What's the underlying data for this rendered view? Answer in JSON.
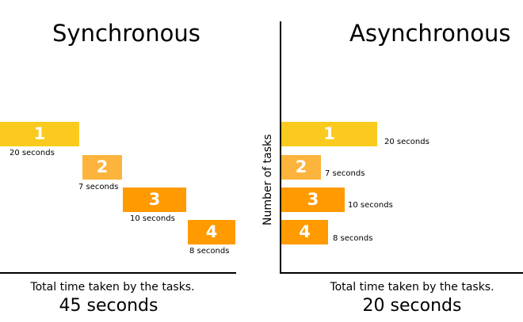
{
  "panels": {
    "sync": {
      "title": "Synchronous",
      "footer_text": "Total time taken by the tasks.",
      "footer_total": "45 seconds",
      "tasks": [
        {
          "label": "1",
          "duration": "20 seconds"
        },
        {
          "label": "2",
          "duration": "7 seconds"
        },
        {
          "label": "3",
          "duration": "10 seconds"
        },
        {
          "label": "4",
          "duration": "8 seconds"
        }
      ]
    },
    "async": {
      "title": "Asynchronous",
      "y_axis_label": "Number of tasks",
      "footer_text": "Total time taken by the tasks.",
      "footer_total": "20 seconds",
      "tasks": [
        {
          "label": "1",
          "duration": "20 seconds"
        },
        {
          "label": "2",
          "duration": "7 seconds"
        },
        {
          "label": "3",
          "duration": "10 seconds"
        },
        {
          "label": "4",
          "duration": "8 seconds"
        }
      ]
    }
  },
  "colors": {
    "task1": "#FACA1E",
    "task2": "#FDB43C",
    "task3": "#FF9A00",
    "task4": "#FF9A00"
  }
}
